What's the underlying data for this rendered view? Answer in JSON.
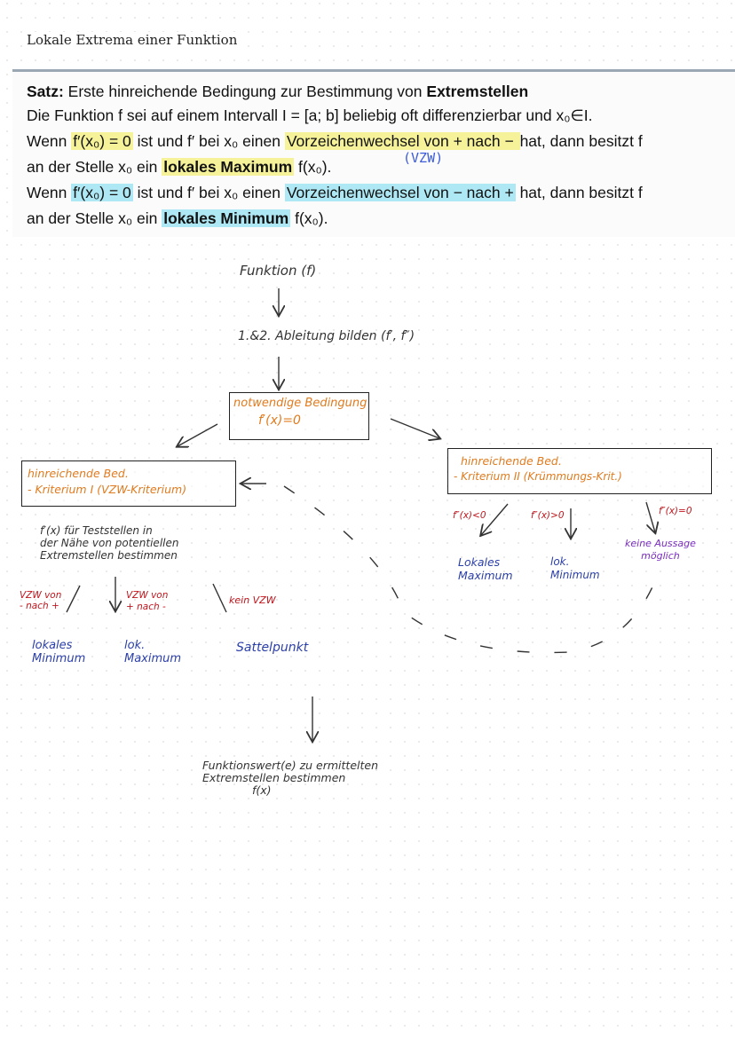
{
  "page": {
    "title": "Lokale Extrema einer Funktion"
  },
  "theorem": {
    "heading_label": "Satz:",
    "heading_text": " Erste hinreichende Bedingung zur Bestimmung von ",
    "heading_bold": "Extremstellen",
    "line2": "Die Funktion f sei auf einem Intervall  I = [a; b]  beliebig oft differenzierbar und  x₀∈I.",
    "line3_a": "Wenn ",
    "line3_cond": "f′(x₀) = 0",
    "line3_b": " ist und f′ bei x₀ einen ",
    "line3_hl": "Vorzeichenwechsel von + nach − ",
    "line3_c": "hat, dann besitzt f",
    "line4_a": "an der Stelle x₀ ein ",
    "line4_hl": "lokales Maximum",
    "line4_b": " f(x₀).",
    "vzw_note": "(VZW)",
    "line5_a": "Wenn ",
    "line5_cond": "f′(x₀) = 0",
    "line5_b": " ist und f′ bei x₀ einen ",
    "line5_hl": "Vorzeichenwechsel von − nach +",
    "line5_c": " hat, dann besitzt f",
    "line6_a": "an der Stelle x₀ ein ",
    "line6_hl": "lokales Minimum",
    "line6_b": " f(x₀)."
  },
  "diagram": {
    "start": "Funktion (f)",
    "step1": "1.&2. Ableitung bilden   (f′, f″)",
    "necessary_title": "notwendige Bedingung",
    "necessary_cond": "f′(x)=0",
    "left_box_line1": "hinreichende Bed.",
    "left_box_line2": "- Kriterium I  (VZW-Kriterium)",
    "left_note_1": "f′(x) für Teststellen in",
    "left_note_2": "der Nähe von potentiellen",
    "left_note_3": "Extremstellen bestimmen",
    "vzw_minus_plus_1": "VZW von",
    "vzw_minus_plus_2": "- nach +",
    "vzw_plus_minus_1": "VZW von",
    "vzw_plus_minus_2": "+ nach -",
    "no_vzw": "kein VZW",
    "res_min_1": "lokales",
    "res_min_2": "Minimum",
    "res_max_1": "lok.",
    "res_max_2": "Maximum",
    "saddle": "Sattelpunkt",
    "right_box_line1": "hinreichende Bed.",
    "right_box_line2": "- Kriterium II  (Krümmungs-Krit.)",
    "cond_lt": "f″(x)<0",
    "cond_gt": "f″(x)>0",
    "cond_eq": "f″(x)=0",
    "r_max_1": "Lokales",
    "r_max_2": "Maximum",
    "r_min_1": "lok.",
    "r_min_2": "Minimum",
    "r_none_1": "keine Aussage",
    "r_none_2": "möglich",
    "final_1": "Funktionswert(e) zu ermittelten",
    "final_2": "Extremstellen bestimmen",
    "final_3": "f(x)"
  },
  "colors": {
    "orange": "#e07b1f",
    "red": "#c0151c",
    "blue": "#2b3fa8",
    "purple": "#7a2cc0",
    "highlight_yellow": "#f6f29a",
    "highlight_cyan": "#aee8f4"
  }
}
